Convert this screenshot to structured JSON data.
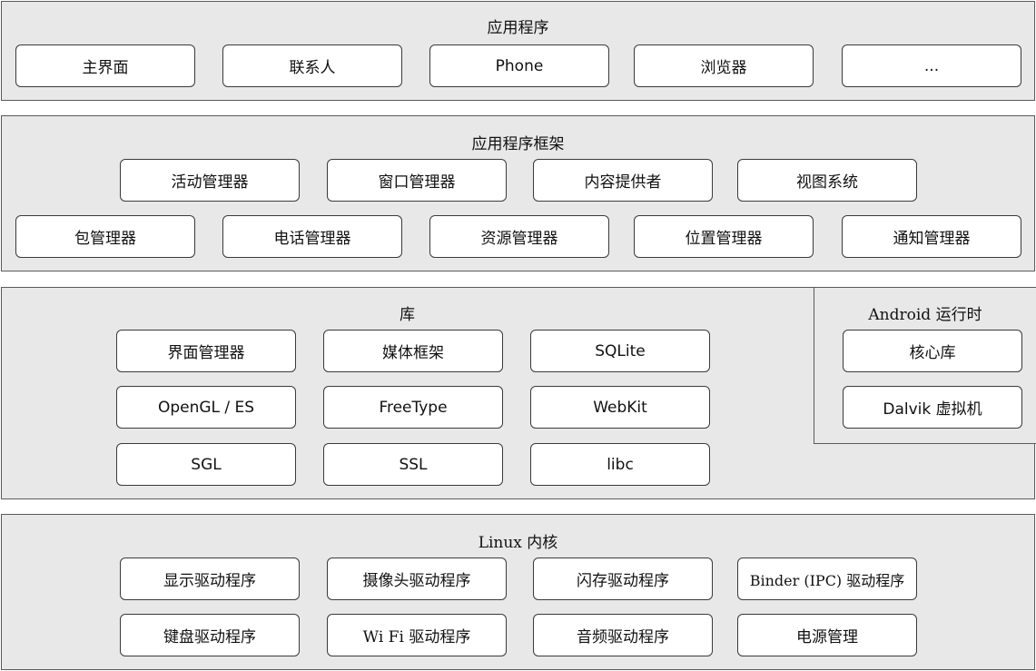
{
  "applications": {
    "title": "应用程序",
    "items": [
      "主界面",
      "联系人",
      "Phone",
      "浏览器",
      "..."
    ]
  },
  "framework": {
    "title": "应用程序框架",
    "row1": [
      "活动管理器",
      "窗口管理器",
      "内容提供者",
      "视图系统"
    ],
    "row2": [
      "包管理器",
      "电话管理器",
      "资源管理器",
      "位置管理器",
      "通知管理器"
    ]
  },
  "libraries": {
    "title": "库",
    "items": [
      "界面管理器",
      "媒体框架",
      "SQLite",
      "OpenGL / ES",
      "FreeType",
      "WebKit",
      "SGL",
      "SSL",
      "libc"
    ]
  },
  "runtime": {
    "title": "Android 运行时",
    "items": [
      "核心库",
      "Dalvik 虚拟机"
    ]
  },
  "kernel": {
    "title": "Linux 内核",
    "row1": [
      "显示驱动程序",
      "摄像头驱动程序",
      "闪存驱动程序",
      "Binder (IPC) 驱动程序"
    ],
    "row2": [
      "键盘驱动程序",
      "Wi Fi 驱动程序",
      "音频驱动程序",
      "电源管理"
    ]
  }
}
